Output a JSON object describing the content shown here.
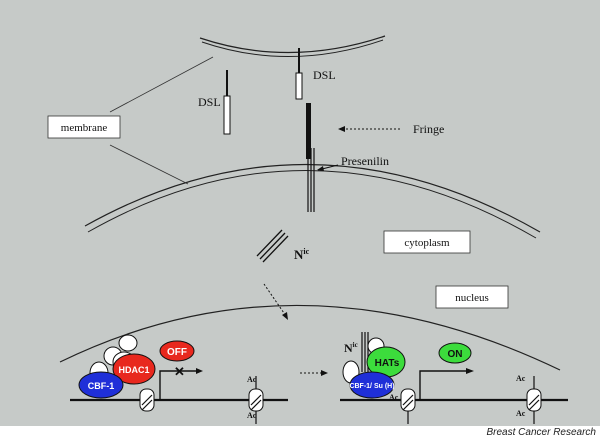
{
  "labels": {
    "dsl_left": "DSL",
    "dsl_right": "DSL",
    "membrane": "membrane",
    "fringe": "Fringe",
    "presenilin": "Presenilin",
    "nic": "N",
    "nic_sup": "ic",
    "cytoplasm": "cytoplasm",
    "nucleus": "nucleus"
  },
  "off_complex": {
    "hdac": "HDAC1",
    "cbf": "CBF-1",
    "state": "OFF"
  },
  "on_complex": {
    "nic": "N",
    "nic_sup": "ic",
    "hats": "HATs",
    "cbf": "CBF-1/ Su (H)",
    "state": "ON"
  },
  "ac_marks": {
    "off_top": "Ac",
    "off_bottom": "Ac",
    "on_left": "Ac",
    "on_right_top": "Ac",
    "on_right_bottom": "Ac"
  },
  "credit": "Breast Cancer Research",
  "colors": {
    "background": "#c6cac8",
    "red": "#e8281e",
    "green": "#3cdc3c",
    "blue": "#1f2fd8"
  }
}
